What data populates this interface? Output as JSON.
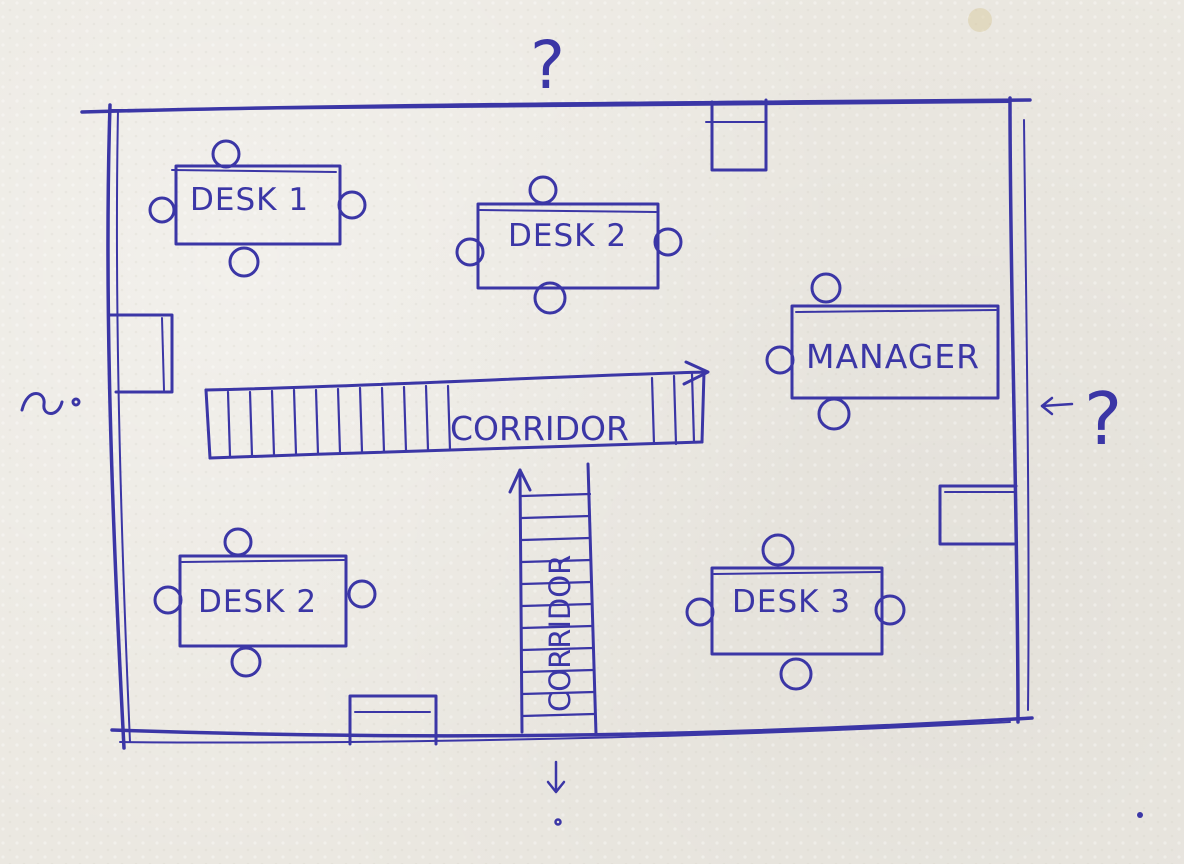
{
  "labels": {
    "desk_top_left": "DESK 1",
    "desk_top_center": "DESK 2",
    "desk_bottom_left": "DESK 2",
    "desk_bottom_right": "DESK 3",
    "manager": "MANAGER",
    "corridor_horizontal": "CORRIDOR",
    "corridor_vertical": "CORRIDOR",
    "question_top": "?",
    "question_right": "?"
  },
  "colors": {
    "ink": "#3b36a6",
    "paper": "#ebe8e1"
  }
}
